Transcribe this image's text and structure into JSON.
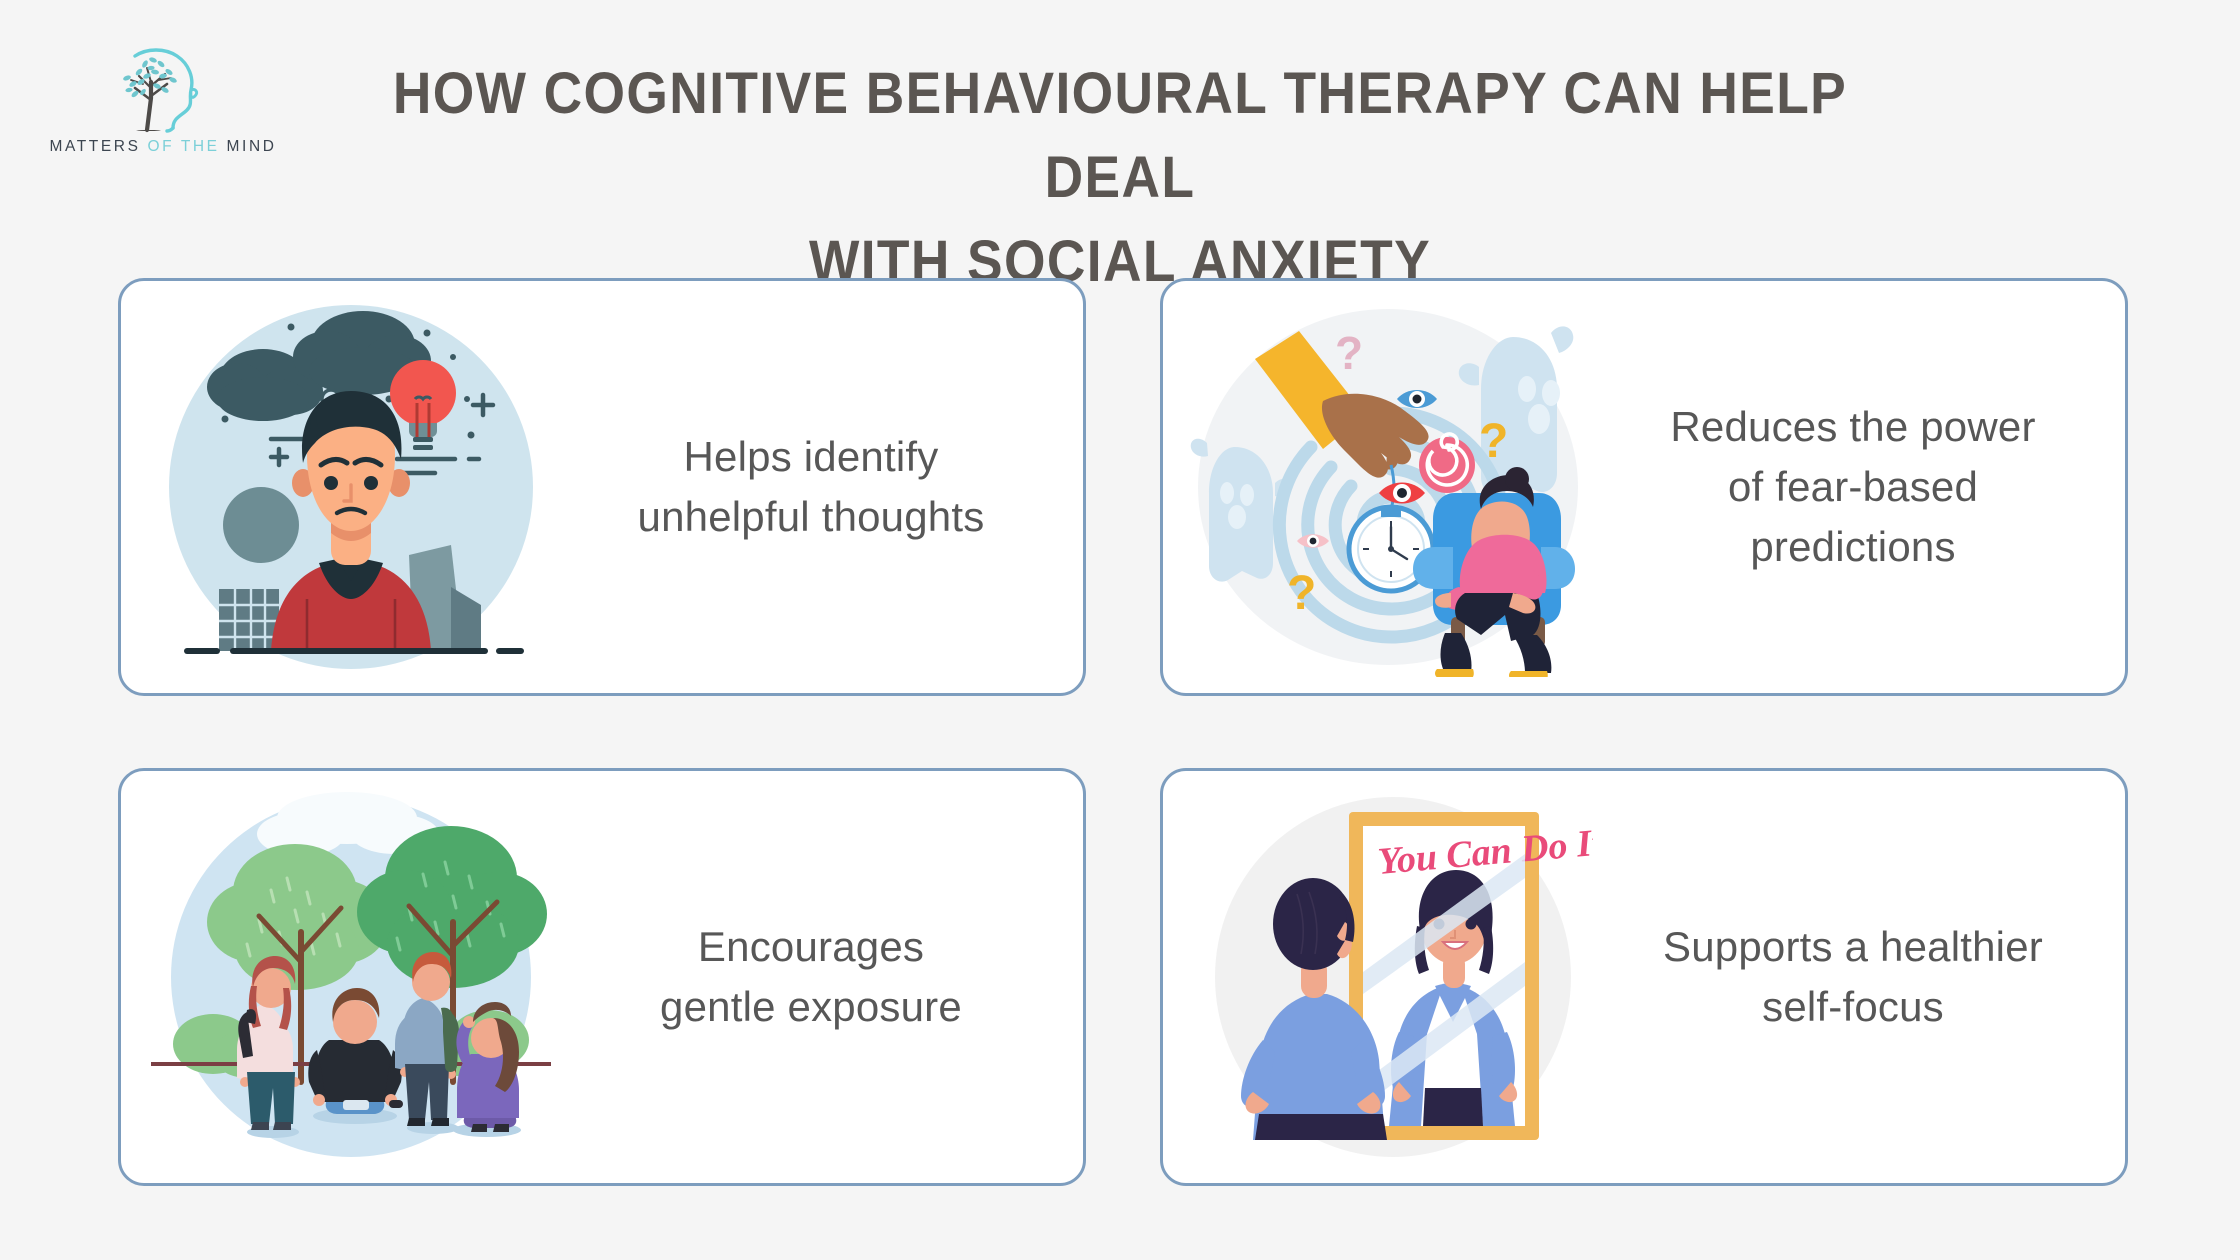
{
  "page": {
    "background_color": "#f5f5f5",
    "card_border_color": "#7d9dbe",
    "card_background_color": "#ffffff",
    "title_color": "#5b5652",
    "body_text_color": "#575757"
  },
  "logo": {
    "icon": "tree-head-profile-icon",
    "word_part_1": "MATTERS",
    "word_part_2": "OF THE",
    "word_part_3": "MIND",
    "dark_color": "#3c4550",
    "teal_color": "#7cd0d8"
  },
  "header": {
    "title_line_1": "HOW COGNITIVE BEHAVIOURAL THERAPY CAN HELP DEAL",
    "title_line_2": "WITH SOCIAL ANXIETY"
  },
  "cards": [
    {
      "id": "helps-identify-unhelpful-thoughts",
      "illustration": "sad-man-with-thought-clouds-and-lightbulb-illustration",
      "text_line_1": "Helps identify",
      "text_line_2": "unhelpful thoughts",
      "colors": {
        "circle": "#cfe4ee",
        "cloud": "#3c5a63",
        "bulb": "#f2564f",
        "sweater": "#c0393c",
        "skin": "#fbb084",
        "hair": "#1f3038"
      }
    },
    {
      "id": "reduces-power-of-fear-based-predictions",
      "illustration": "hypnosis-pocket-watch-hand-ghosts-woman-in-armchair-illustration",
      "text_line_1": "Reduces the power",
      "text_line_2": "of fear-based",
      "text_line_3": "predictions",
      "colors": {
        "circle": "#f1f3f5",
        "sleeve": "#f5b52c",
        "hand": "#a9714a",
        "spiral": "#bcd9ea",
        "ghost": "#cde2ef",
        "armchair": "#3b9ae1",
        "top": "#ef6a9a",
        "question": "#f0b429",
        "eye_red": "#ef3f42"
      }
    },
    {
      "id": "encourages-gentle-exposure",
      "illustration": "four-people-in-park-with-trees-illustration",
      "text_line_1": "Encourages",
      "text_line_2": "gentle exposure",
      "colors": {
        "circle": "#cfe4f2",
        "tree_light": "#8cc98b",
        "tree_dark": "#4ea96a",
        "trunk": "#7a4a33",
        "ground": "#7b3f44"
      }
    },
    {
      "id": "supports-a-healthier-self-focus",
      "illustration": "woman-looking-in-mirror-you-can-do-it-illustration",
      "text_line_1": "Supports a healthier",
      "text_line_2": "self-focus",
      "mirror_message": "You Can Do It!",
      "colors": {
        "circle": "#f1f1f1",
        "frame": "#f0b75a",
        "jacket": "#7b9fe0",
        "hair": "#2b2547",
        "script": "#e94b7a"
      }
    }
  ]
}
